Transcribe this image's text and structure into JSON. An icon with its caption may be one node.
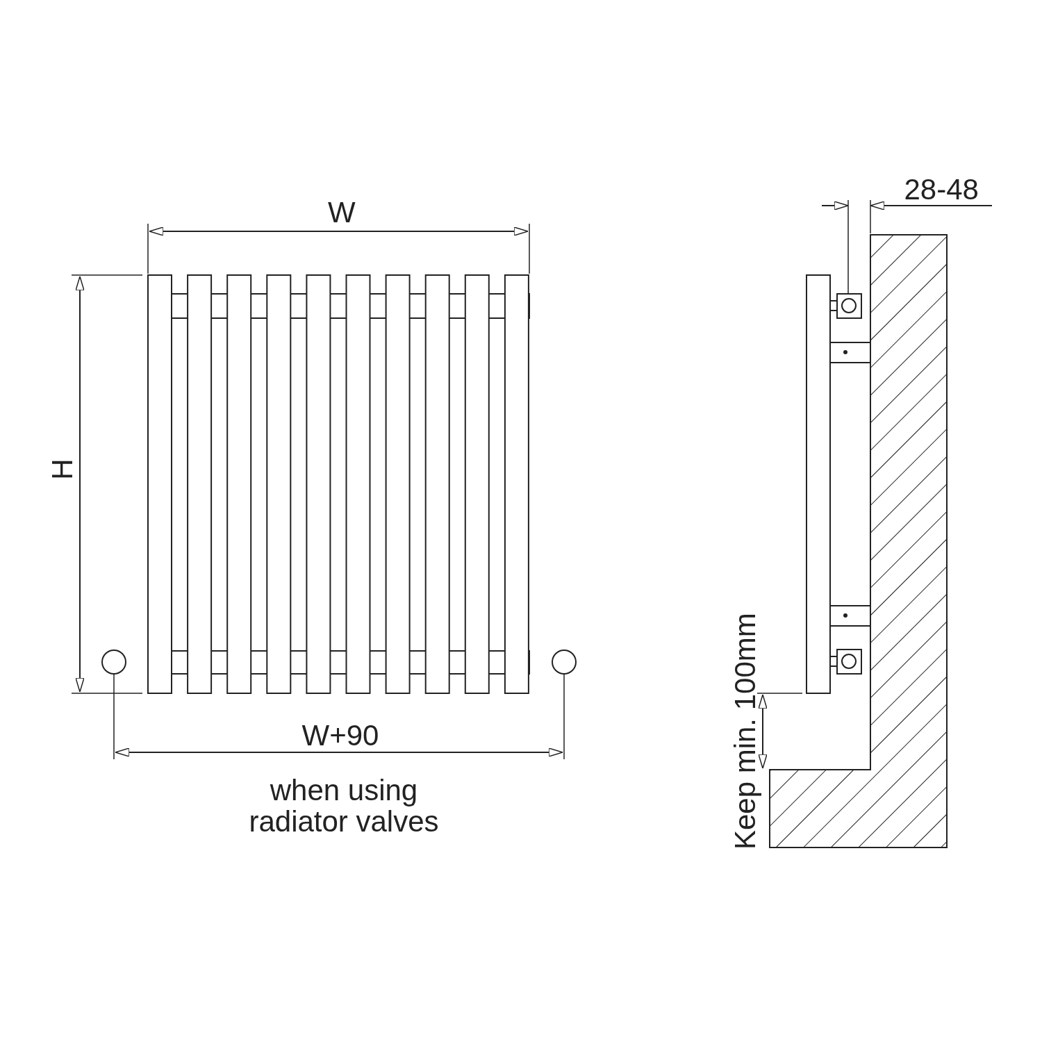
{
  "diagram": {
    "labels": [
      "W",
      "H",
      "W+90",
      "when using radiator valves",
      "28-48",
      "Keep min. 100mm"
    ]
  }
}
